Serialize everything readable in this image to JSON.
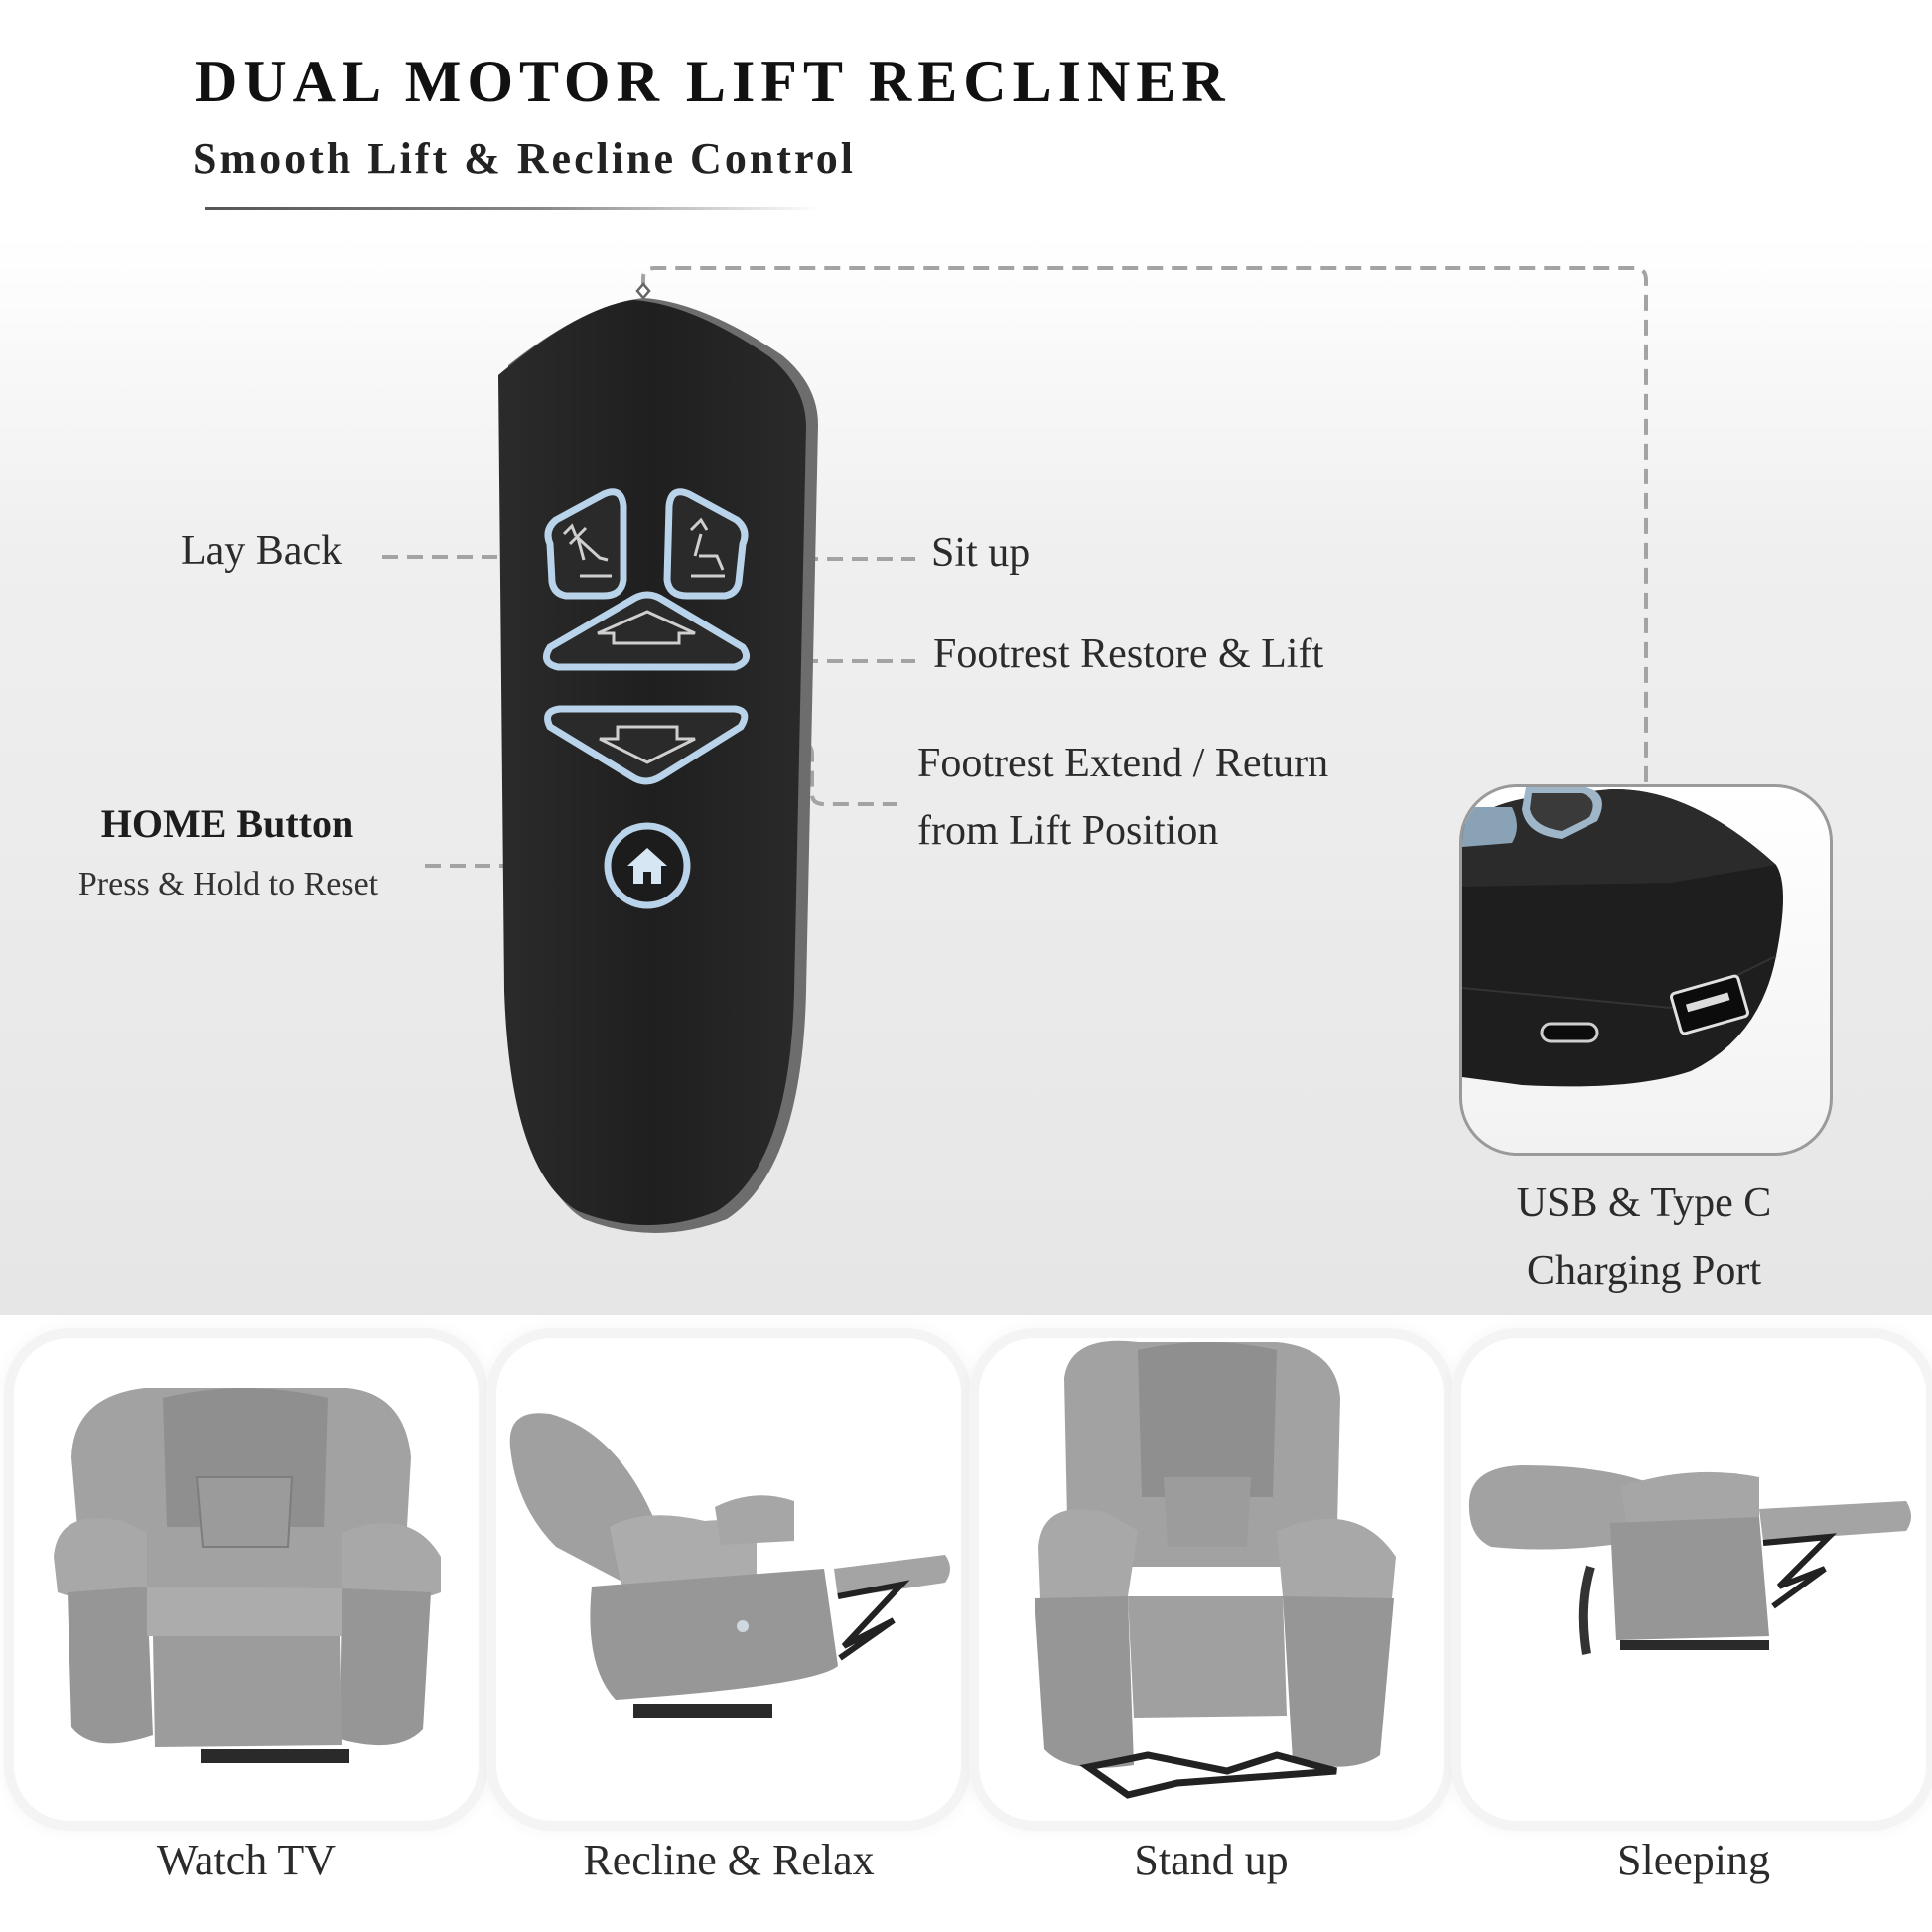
{
  "header": {
    "title": "DUAL MOTOR LIFT RECLINER",
    "subtitle": "Smooth Lift & Recline Control"
  },
  "remote_labels": {
    "lay_back": "Lay Back",
    "sit_up": "Sit up",
    "footrest_restore": "Footrest Restore & Lift",
    "footrest_extend_line1": "Footrest Extend / Return",
    "footrest_extend_line2": "from Lift Position",
    "home_title": "HOME Button",
    "home_sub": "Press & Hold to Reset"
  },
  "charging_port": {
    "line1": "USB & Type C",
    "line2": "Charging Port"
  },
  "modes": [
    {
      "label": "Watch TV"
    },
    {
      "label": "Recline & Relax"
    },
    {
      "label": "Stand up"
    },
    {
      "label": "Sleeping"
    }
  ],
  "colors": {
    "remote_body": "#232323",
    "button_glow": "#b9d3ea",
    "chair_fabric": "#9a9a9a",
    "connector": "#9c9c9c"
  },
  "icons": [
    "lay-back-icon",
    "sit-up-icon",
    "arrow-up-icon",
    "arrow-down-icon",
    "home-icon",
    "usb-port-icon",
    "type-c-port-icon"
  ]
}
